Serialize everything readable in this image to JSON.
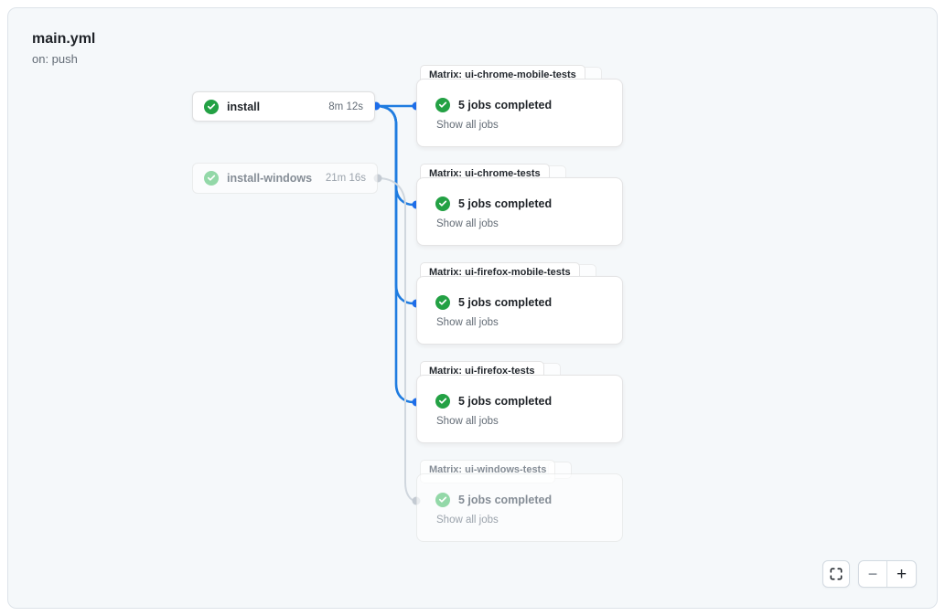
{
  "header": {
    "title": "main.yml",
    "trigger": "on: push"
  },
  "jobs": [
    {
      "label": "install",
      "duration": "8m 12s",
      "status": "completed"
    },
    {
      "label": "install-windows",
      "duration": "21m 16s",
      "status": "completed"
    }
  ],
  "matrix_groups": [
    {
      "tab_label": "Matrix: ui-chrome-mobile-tests",
      "summary": "5 jobs completed",
      "link_label": "Show all jobs",
      "status": "completed"
    },
    {
      "tab_label": "Matrix: ui-chrome-tests",
      "summary": "5 jobs completed",
      "link_label": "Show all jobs",
      "status": "completed"
    },
    {
      "tab_label": "Matrix: ui-firefox-mobile-tests",
      "summary": "5 jobs completed",
      "link_label": "Show all jobs",
      "status": "completed"
    },
    {
      "tab_label": "Matrix: ui-firefox-tests",
      "summary": "5 jobs completed",
      "link_label": "Show all jobs",
      "status": "completed"
    },
    {
      "tab_label": "Matrix: ui-windows-tests",
      "summary": "5 jobs completed",
      "link_label": "Show all jobs",
      "status": "completed"
    }
  ],
  "controls": {
    "zoom_out_label": "−",
    "zoom_in_label": "+"
  },
  "colors": {
    "accent_blue": "#1f7ce0",
    "success_green": "#23a144",
    "faded_green": "#93d8a8",
    "edge_gray": "#d0d7de",
    "canvas_bg": "#f5f8fa"
  }
}
